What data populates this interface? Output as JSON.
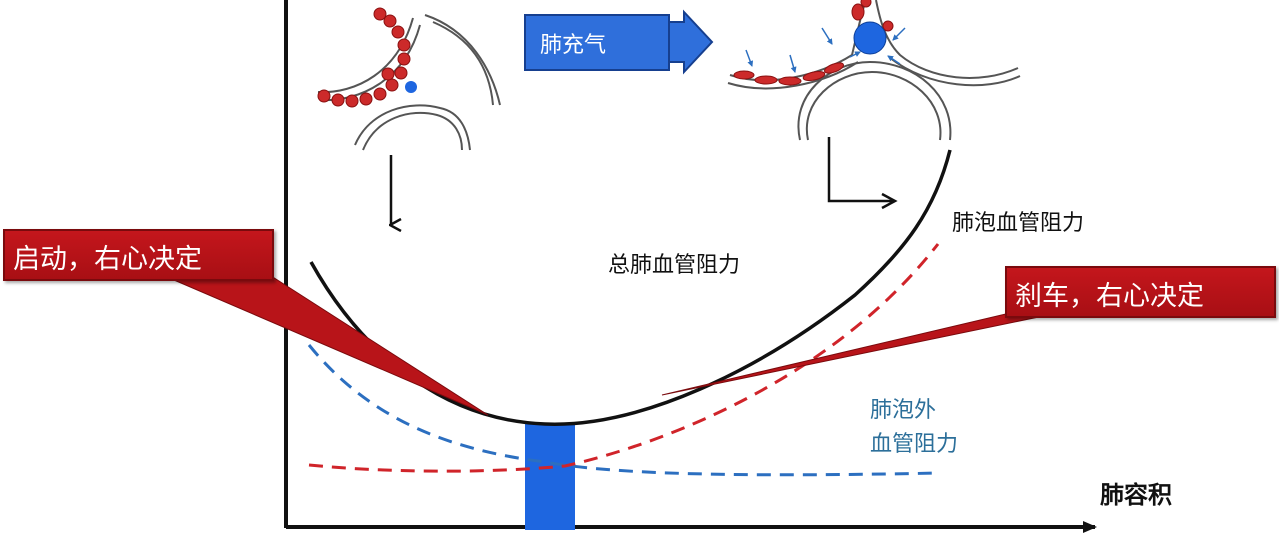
{
  "labels": {
    "total_resistance": "总肺血管阻力",
    "alveolar_resistance": "肺泡血管阻力",
    "extra_alveolar_line1": "肺泡外",
    "extra_alveolar_line2": "血管阻力",
    "x_axis": "肺容积",
    "inflate_button": "肺充气",
    "callout_start": "启动，右心决定",
    "callout_brake": "刹车，右心决定"
  },
  "colors": {
    "total_curve": "#111111",
    "alveolar_curve": "#d0242a",
    "extra_alveolar_curve": "#2c6fc0",
    "optimal_bar": "#1e66e0",
    "callout_fill": "#c4161c",
    "extra_alveolar_text": "#2c6f9a",
    "inflate_fill": "#2f6fdb"
  },
  "icons": [
    "alveolus-collapsed-icon",
    "alveolus-inflated-icon",
    "arrow-down-icon",
    "arrow-corner-icon",
    "block-arrow-right-icon"
  ]
}
